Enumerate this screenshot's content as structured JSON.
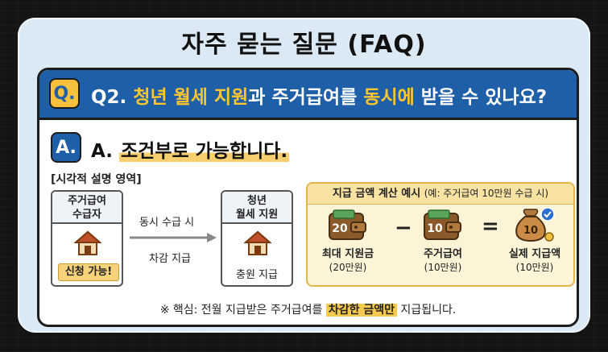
{
  "title": "자주 묻는 질문 (FAQ)",
  "question": {
    "badge": "Q.",
    "prefix": "Q2. ",
    "highlight1": "청년 월세 지원",
    "mid": "과 주거급여를 ",
    "highlight2": "동시에",
    "suffix": " 받을 수 있나요?"
  },
  "answer": {
    "badge": "A.",
    "prefix": "A. ",
    "text": "조건부로 가능합니다."
  },
  "visual_section_label": "[시각적 설명 영역]",
  "flow": {
    "left_box": {
      "title_line1": "주거급여",
      "title_line2": "수급자",
      "tag": "신청 가능!"
    },
    "arrow_top": "동시 수급 시",
    "arrow_bottom": "차감 지급",
    "right_box": {
      "title_line1": "청년",
      "title_line2": "월세 지원",
      "footer": "충원 지급"
    }
  },
  "calc": {
    "title": "지급 금액 계산 예시",
    "subtitle": "(예: 주거급여 10만원 수급 시)",
    "items": [
      {
        "icon": "wallet-icon",
        "amount": "20",
        "label": "최대 지원금",
        "value": "(20만원)"
      },
      {
        "icon": "wallet-icon",
        "amount": "10",
        "label": "주거급여",
        "value": "(10만원)"
      },
      {
        "icon": "money-bag-icon",
        "amount": "10",
        "label": "실제 지급액",
        "value": "(10만원)"
      }
    ],
    "minus": "−",
    "equals": "="
  },
  "note": {
    "prefix": "※ 핵심: 전월 지급받은 주거급여를 ",
    "highlight": "차감한 금액만",
    "suffix": " 지급됩니다."
  },
  "colors": {
    "brand_blue": "#1f5fa8",
    "accent_yellow": "#f6c13c",
    "card_bg": "#dbe9f5"
  }
}
